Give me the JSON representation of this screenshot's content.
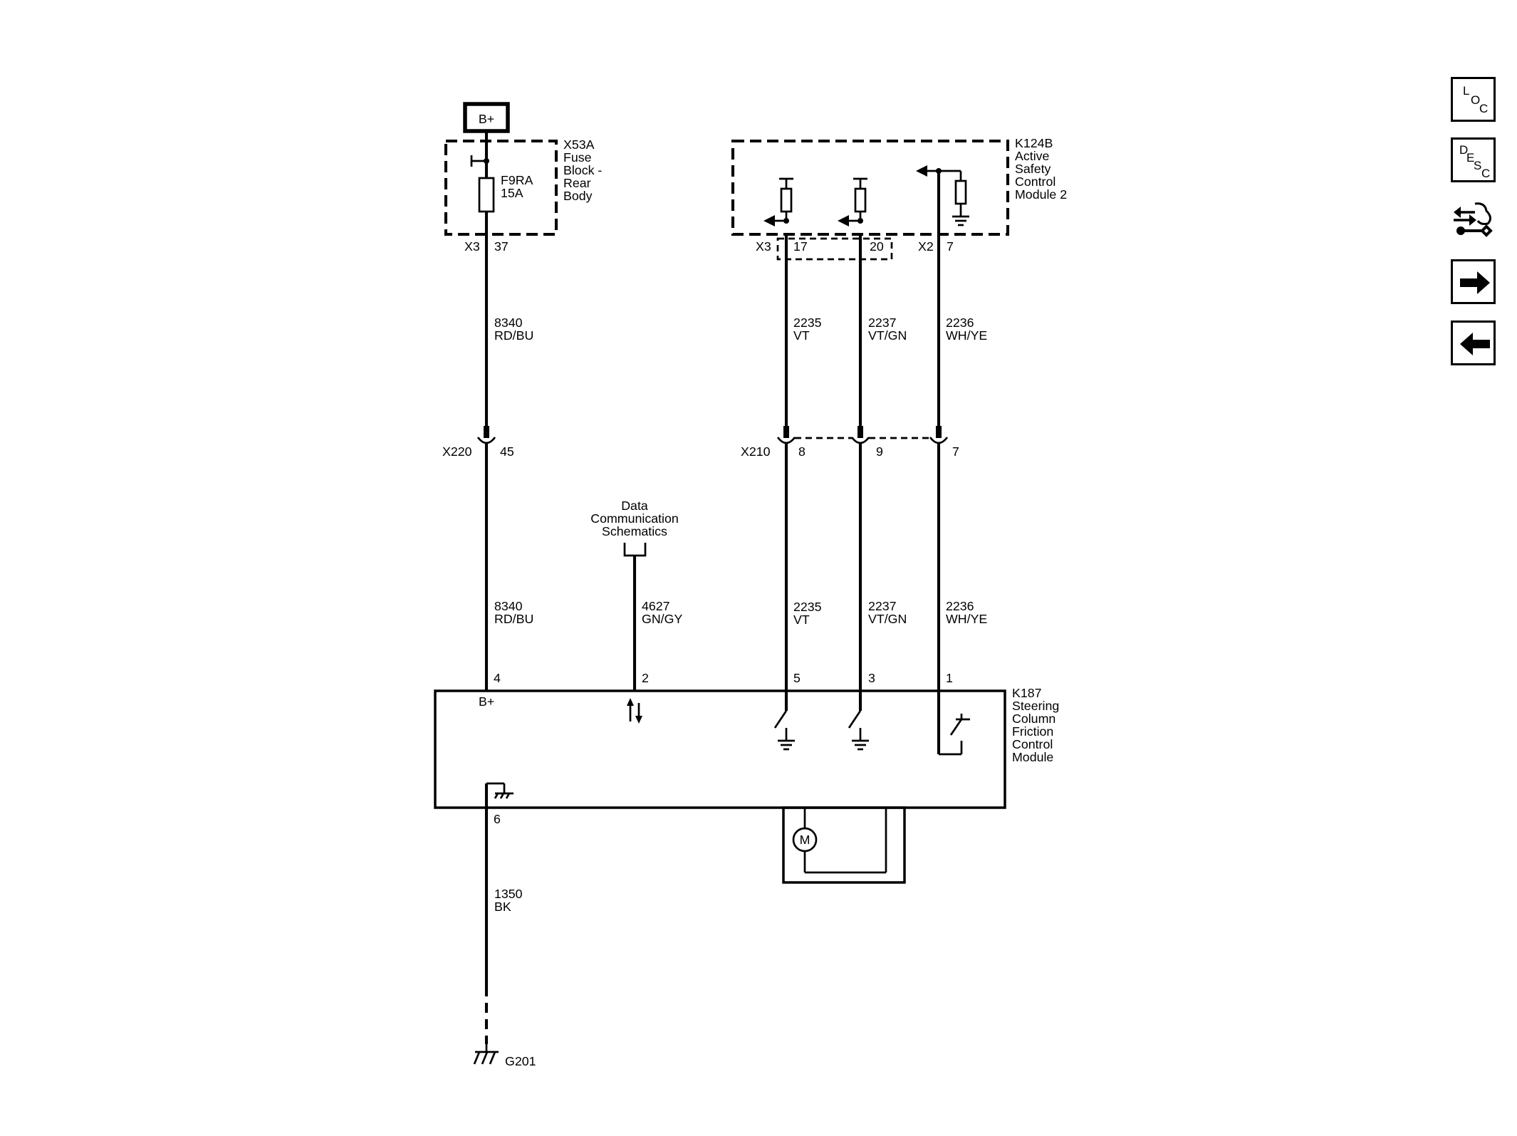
{
  "power": {
    "label": "B+"
  },
  "fuse_block": {
    "id": "X53A",
    "name_lines": [
      "Fuse",
      "Block -",
      "Rear",
      "Body"
    ],
    "fuse_id": "F9RA",
    "fuse_rating": "15A",
    "connector": "X3",
    "pin": "37"
  },
  "k124b": {
    "id": "K124B",
    "name_lines": [
      "Active",
      "Safety",
      "Control",
      "Module 2"
    ],
    "connector_a": "X3",
    "connector_b": "X2",
    "pins": [
      "17",
      "20",
      "7"
    ]
  },
  "x220": {
    "id": "X220",
    "pin": "45"
  },
  "x210": {
    "id": "X210",
    "pins": [
      "8",
      "9",
      "7"
    ]
  },
  "data_comm": {
    "lines": [
      "Data",
      "Communication",
      "Schematics"
    ]
  },
  "wires": {
    "w8340_upper": {
      "circuit": "8340",
      "color": "RD/BU"
    },
    "w8340_lower": {
      "circuit": "8340",
      "color": "RD/BU"
    },
    "w2235_upper": {
      "circuit": "2235",
      "color": "VT"
    },
    "w2237_upper": {
      "circuit": "2237",
      "color": "VT/GN"
    },
    "w2236_upper": {
      "circuit": "2236",
      "color": "WH/YE"
    },
    "w2235_lower": {
      "circuit": "2235",
      "color": "VT"
    },
    "w2237_lower": {
      "circuit": "2237",
      "color": "VT/GN"
    },
    "w2236_lower": {
      "circuit": "2236",
      "color": "WH/YE"
    },
    "w4627": {
      "circuit": "4627",
      "color": "GN/GY"
    },
    "w1350": {
      "circuit": "1350",
      "color": "BK"
    }
  },
  "k187": {
    "id": "K187",
    "name_lines": [
      "Steering",
      "Column",
      "Friction",
      "Control",
      "Module"
    ],
    "pins": {
      "b_plus": "4",
      "data": "2",
      "switch_a": "5",
      "switch_b": "3",
      "switch_c": "1",
      "ground": "6"
    },
    "b_plus_label": "B+",
    "motor_label": "M"
  },
  "ground": {
    "id": "G201"
  },
  "nav": {
    "loc": {
      "letters": [
        "L",
        "O",
        "C"
      ]
    },
    "desc": {
      "letters": [
        "D",
        "E",
        "S",
        "C"
      ]
    },
    "icons": [
      "connector-repair-icon",
      "next-arrow-icon",
      "previous-arrow-icon"
    ]
  }
}
